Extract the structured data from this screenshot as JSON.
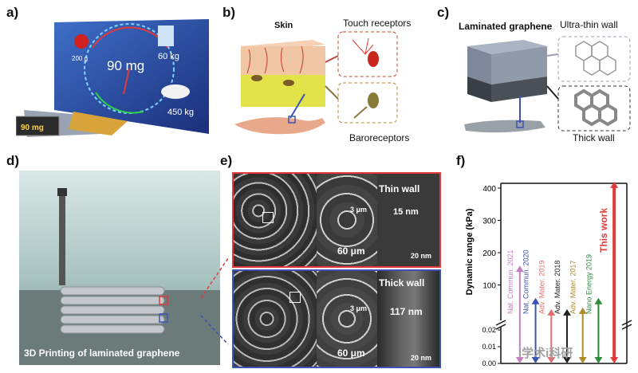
{
  "panels": {
    "a": {
      "label": "a)",
      "weights": [
        "200 g",
        "60 kg",
        "450 kg"
      ],
      "display": "90 mg",
      "device_readout": "90 mg"
    },
    "b": {
      "label": "b)",
      "skin": "Skin",
      "touch": "Touch receptors",
      "baro": "Baroreceptors"
    },
    "c": {
      "label": "c)",
      "title": "Laminated graphene",
      "thin": "Ultra-thin wall",
      "thick": "Thick wall"
    },
    "d": {
      "label": "d)",
      "caption": "3D Printing of laminated graphene"
    },
    "e": {
      "label": "e)",
      "thin_wall": "Thin wall",
      "thick_wall": "Thick wall",
      "scale_60_top": "60 μm",
      "scale_3_top": "3 μm",
      "thin_nm": "15 nm",
      "scale_20_top": "20 nm",
      "scale_60_bot": "60 μm",
      "scale_3_bot": "3 μm",
      "thick_nm": "117 nm",
      "scale_20_bot": "20 nm"
    },
    "f": {
      "label": "f)",
      "watermark": "i学术i科研"
    }
  },
  "colors": {
    "red": "#e03a3a",
    "blue": "#3b54b3"
  },
  "chart_data": {
    "type": "bar",
    "ylabel": "Dynamic range (kPa)",
    "yticks_upper": [
      "100",
      "200",
      "300",
      "400"
    ],
    "yticks_lower": [
      "0.00",
      "0.01",
      "0.02"
    ],
    "categories": [
      "Nat. Commun. 2021",
      "Nat. Commun. 2020",
      "Adv. Mater. 2019",
      "Adv. Mater. 2018",
      "Adv. Mater. 2017",
      "Nano Energy 2019",
      "This work"
    ],
    "values": [
      160,
      60,
      25,
      25,
      30,
      60,
      420
    ],
    "bar_colors": [
      "#c77fc4",
      "#3b54b3",
      "#e07070",
      "#222222",
      "#b08a2a",
      "#2e8b3a",
      "#e03a3a"
    ]
  }
}
